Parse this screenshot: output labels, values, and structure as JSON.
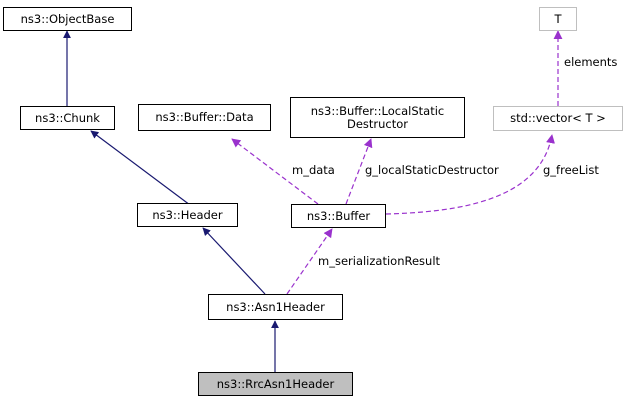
{
  "colors": {
    "inheritance": "#191970",
    "usage": "#9a32cd",
    "node_border": "#000000",
    "template_border": "#bfbfbf",
    "focus_fill": "#bfbfbf"
  },
  "nodes": {
    "object_base": "ns3::ObjectBase",
    "chunk": "ns3::Chunk",
    "header": "ns3::Header",
    "asn1_header": "ns3::Asn1Header",
    "rrc_asn1_header": "ns3::RrcAsn1Header",
    "buffer_data": "ns3::Buffer::Data",
    "buffer_local_static_destructor": "ns3::Buffer::LocalStatic\nDestructor",
    "buffer": "ns3::Buffer",
    "t": "T",
    "std_vector": "std::vector< T >"
  },
  "edge_labels": {
    "m_data": "m_data",
    "g_local_static_destructor": "g_localStaticDestructor",
    "g_free_list": "g_freeList",
    "elements": "elements",
    "m_serialization_result": "m_serializationResult"
  }
}
